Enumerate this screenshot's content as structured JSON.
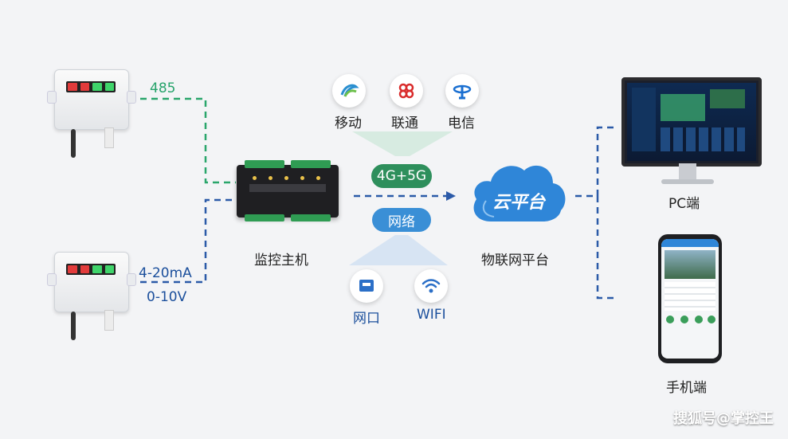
{
  "sensors": {
    "top": {
      "protocol": "485"
    },
    "bottom": {
      "protocol_1": "4-20mA",
      "protocol_2": "0-10V"
    }
  },
  "hub": {
    "label": "监控主机"
  },
  "carriers": [
    {
      "name": "移动",
      "icon": "china-mobile-logo-icon"
    },
    {
      "name": "联通",
      "icon": "china-unicom-logo-icon"
    },
    {
      "name": "电信",
      "icon": "china-telecom-logo-icon"
    }
  ],
  "links": {
    "cellular": "4G+5G",
    "network": "网络"
  },
  "wired": [
    {
      "name": "网口",
      "icon": "ethernet-port-icon"
    },
    {
      "name": "WIFI",
      "icon": "wifi-icon"
    }
  ],
  "cloud": {
    "badge": "云平台",
    "label": "物联网平台"
  },
  "clients": {
    "pc": "PC端",
    "mobile": "手机端"
  },
  "watermark": "搜狐号@掌控王",
  "colors": {
    "green_line": "#2aa66b",
    "blue_line": "#2b5aa8",
    "pill_green": "#2e8f5c",
    "pill_blue": "#3a8fd6",
    "cloud": "#2f86d8"
  }
}
